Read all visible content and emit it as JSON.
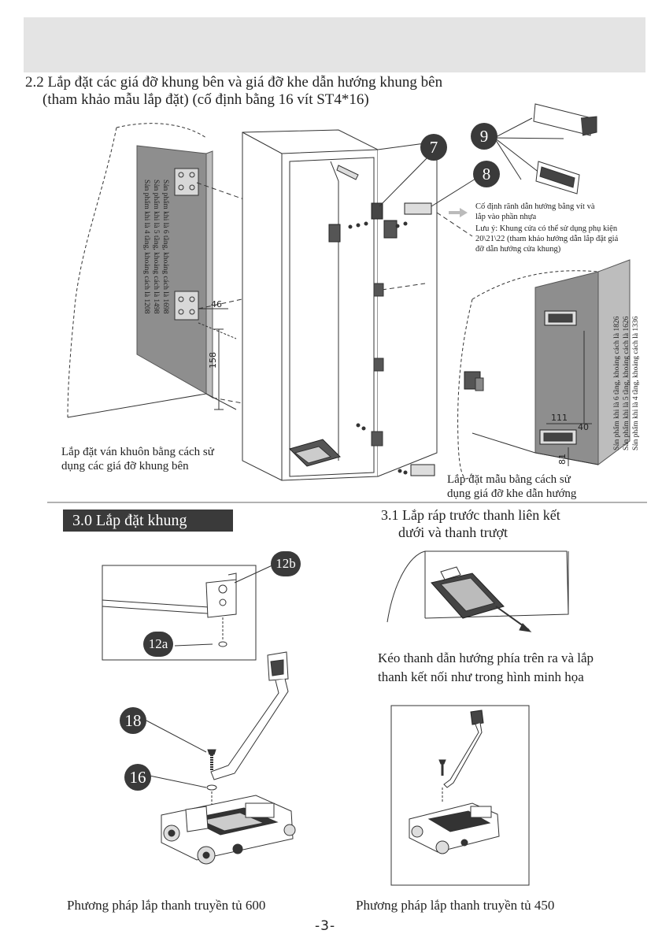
{
  "section_2_2": {
    "line1": "2.2 Lắp đặt các giá đỡ khung bên và giá đỡ khe dẫn hướng khung bên",
    "line2": "(tham khảo mẫu lắp đặt) (cố định bằng 16 vít ST4*16)"
  },
  "callouts": {
    "c7": "7",
    "c8": "8",
    "c9": "9",
    "c12a": "12a",
    "c12b": "12b",
    "c16": "16",
    "c18": "18"
  },
  "side_panel_left": {
    "spacing_note_1": "Sản phẩm khi là 6 tầng, khoảng cách là 1698",
    "spacing_note_2": "Sản phẩm khi là 5 tầng, khoảng cách là 1498",
    "spacing_note_3": "Sản phẩm khi là 4 tầng, khoảng cách là 1208",
    "dim_46": "46",
    "dim_158": "158"
  },
  "side_panel_right": {
    "spacing_note_1": "Sản phẩm khi là 6 tầng, khoảng cách là 1826",
    "spacing_note_2": "Sản phẩm khi là 5 tầng, khoảng cách là 1626",
    "spacing_note_3": "Sản phẩm khi là 4 tầng, khoảng cách là 1336",
    "dim_111": "111",
    "dim_40": "40",
    "dim_81": "81"
  },
  "notes": {
    "fix_line1": "Cố định rãnh dẫn hướng bằng vít và",
    "fix_line2": "lắp vào phần nhựa",
    "note_line1": "Lưu ý: Khung cửa có thể sử dụng phụ kiện",
    "note_line2": "20\\21\\22 (tham khảo hướng dẫn lắp đặt giá",
    "note_line3": "đỡ dẫn hướng cửa khung)"
  },
  "caption_left_1": "Lắp đặt ván khuôn bằng cách sử",
  "caption_left_2": "dụng các giá đỡ khung bên",
  "caption_right_1": "Lắp đặt mẫu bằng cách sử",
  "caption_right_2": "dụng giá đỡ khe dẫn hướng",
  "section_3_0": "3.0 Lắp đặt khung",
  "section_3_1": {
    "line1": "3.1 Lắp ráp trước thanh liên kết",
    "line2": "dưới và thanh trượt"
  },
  "instruction_3_1": {
    "line1": "Kéo thanh dẫn hướng phía trên ra và lắp",
    "line2": "thanh kết nối như trong hình minh họa"
  },
  "method_600": "Phương pháp lắp thanh truyền tủ 600",
  "method_450": "Phương pháp lắp thanh truyền tủ 450",
  "page_number": "-3-"
}
